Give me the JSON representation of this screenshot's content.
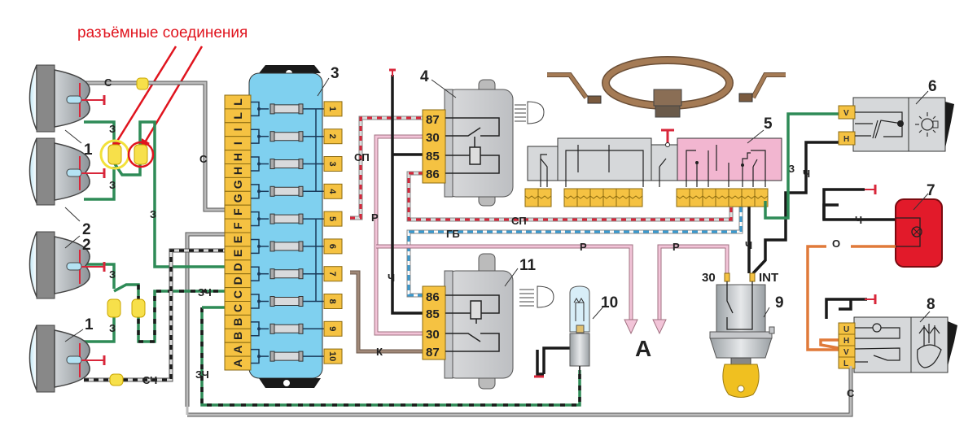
{
  "callout": {
    "text": "разъёмные соединения",
    "color": "#e0141e"
  },
  "components": [
    {
      "id": "1",
      "name": "headlamp-outer"
    },
    {
      "id": "2",
      "name": "headlamp-inner"
    },
    {
      "id": "3",
      "name": "fuse-block"
    },
    {
      "id": "4",
      "name": "high-beam-relay"
    },
    {
      "id": "5",
      "name": "steering-column-switch"
    },
    {
      "id": "6",
      "name": "exterior-lighting-switch"
    },
    {
      "id": "7",
      "name": "indicator-lamp"
    },
    {
      "id": "8",
      "name": "headlamp-range-switch"
    },
    {
      "id": "9",
      "name": "ignition-switch"
    },
    {
      "id": "10",
      "name": "indicator-bulb"
    },
    {
      "id": "11",
      "name": "low-beam-relay"
    }
  ],
  "headlamp_labels": [
    "1",
    "2",
    "2",
    "1"
  ],
  "fuse_block": {
    "left_pins": [
      "L",
      "L",
      "I",
      "I",
      "H",
      "H",
      "G",
      "G",
      "F",
      "F",
      "E",
      "E",
      "D",
      "D",
      "C",
      "C",
      "B",
      "B",
      "A",
      "A"
    ],
    "right_pins": [
      "10",
      "9",
      "8",
      "7",
      "6",
      "5",
      "4",
      "3",
      "2",
      "1"
    ]
  },
  "relay_4": {
    "pins": [
      "87",
      "30",
      "85",
      "86"
    ]
  },
  "relay_11": {
    "pins": [
      "86",
      "85",
      "30",
      "87"
    ]
  },
  "switch_6": {
    "pins": [
      "V",
      "H"
    ]
  },
  "switch_8": {
    "pins": [
      "U",
      "H",
      "V",
      "L"
    ]
  },
  "ignition": {
    "pins": [
      "30",
      "INT"
    ]
  },
  "wire_labels": {
    "c": "С",
    "z": "З",
    "zch": "ЗЧ",
    "sch": "СЧ",
    "sp": "СП",
    "r": "Р",
    "ch": "Ч",
    "gb": "ГБ",
    "k": "К",
    "o": "О"
  },
  "arrow_target": "A",
  "colors": {
    "green": "#2e8b57",
    "grey": "#9a9a9a",
    "red": "#d8263a",
    "pink": "#e8a8c8",
    "blue": "#3a9ad0",
    "black": "#1a1a1a",
    "brown": "#9a8070",
    "orange": "#e07a3a",
    "yellow": "#f5c242",
    "fuse_bg": "#7fd0ef",
    "switch5_pink": "#f2b6d0",
    "lamp7_red": "#e21a2a"
  }
}
